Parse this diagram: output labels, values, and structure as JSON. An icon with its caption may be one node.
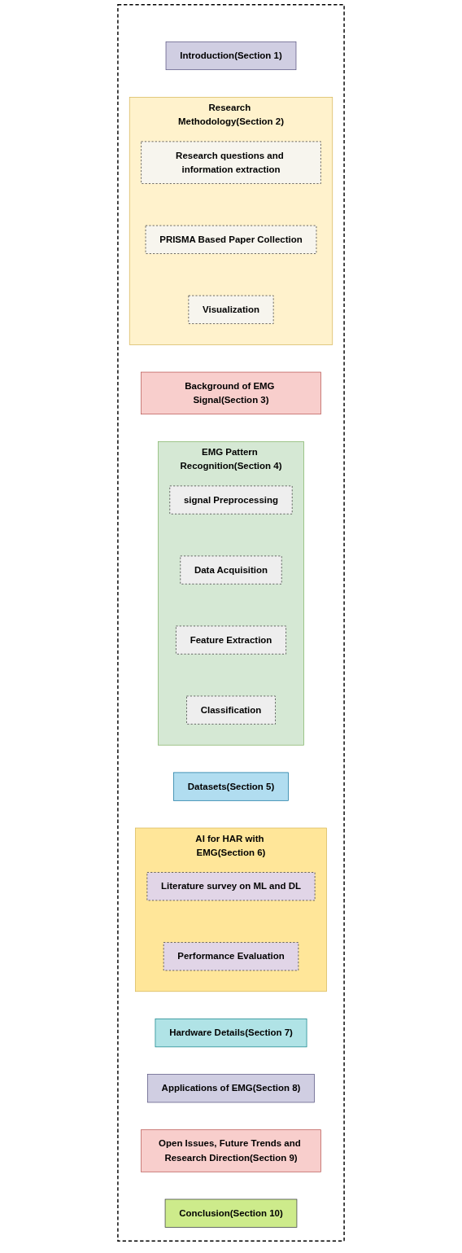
{
  "diagram": {
    "nodes": [
      {
        "text": [],
        "shape": "box"
      },
      {
        "text": [
          "Introduction(Section 1)"
        ],
        "in": 0
      },
      {
        "text": [
          "Research Methodology(Section 2)"
        ],
        "in": 0
      },
      {
        "text": [
          "Research questions and information extraction"
        ],
        "in": 2
      },
      {
        "text": [
          "PRISMA Based Paper Collection"
        ],
        "in": 2
      },
      {
        "text": [
          "Visualization"
        ],
        "in": 2
      },
      {
        "text": [
          "Background of EMG Signal(Section 3)"
        ],
        "in": 0
      },
      {
        "text": [
          "EMG Pattern Recognition(Section 4)"
        ],
        "in": 0
      },
      {
        "text": [
          "signal Preprocessing"
        ],
        "in": 7
      },
      {
        "text": [
          "Data Acquisition"
        ],
        "in": 7
      },
      {
        "text": [
          "Feature Extraction"
        ],
        "in": 7
      },
      {
        "text": [
          "Classification"
        ],
        "in": 7
      },
      {
        "text": [
          "Datasets(Section 5)"
        ],
        "in": 0
      },
      {
        "text": [
          "AI for HAR with EMG(Section 6)"
        ],
        "in": 0
      },
      {
        "text": [
          "Literature survey on ML and DL"
        ],
        "in": 13
      },
      {
        "text": [
          "Performance Evaluation"
        ],
        "in": 13
      },
      {
        "text": [
          "Hardware Details(Section 7)"
        ],
        "in": 0
      },
      {
        "text": [
          "Applications of EMG(Section 8)"
        ],
        "in": 0
      },
      {
        "text": [
          "Open Issues, Future Trends and Research Direction(Section 9)"
        ],
        "in": 0
      },
      {
        "text": [
          "Conclusion(Section 10)"
        ],
        "in": 0
      }
    ]
  }
}
